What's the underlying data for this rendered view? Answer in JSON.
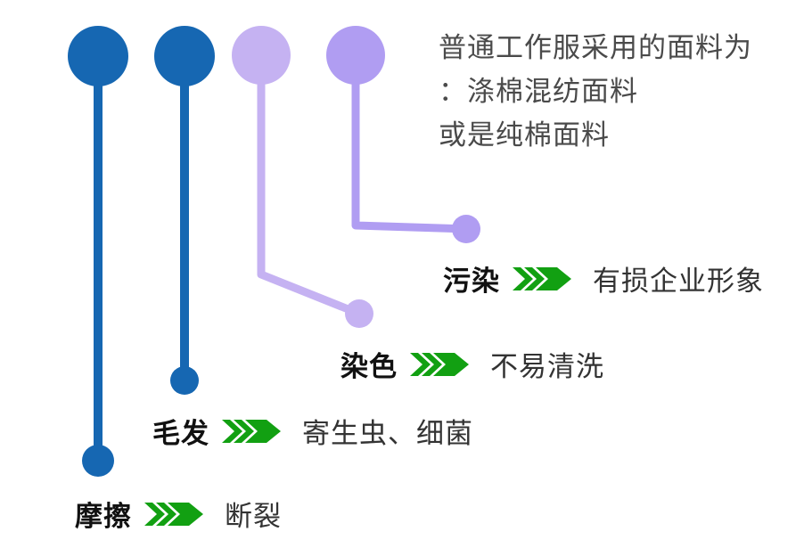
{
  "note": {
    "lines": [
      "普通工作服采用的面料为",
      "：涤棉混纺面料",
      "或是纯棉面料"
    ]
  },
  "pins": [
    {
      "key": "friction",
      "label": "摩擦",
      "result": "断裂",
      "color": "#1667B2"
    },
    {
      "key": "hair",
      "label": "毛发",
      "result": "寄生虫、细菌",
      "color": "#1667B2"
    },
    {
      "key": "dyeing",
      "label": "染色",
      "result": "不易清洗",
      "color": "#C5B2F2"
    },
    {
      "key": "contamination",
      "label": "污染",
      "result": "有损企业形象",
      "color": "#B09DF2"
    }
  ],
  "arrow_color": "#12A012",
  "colors": {
    "background": "#FFFFFF",
    "label_text": "#111111",
    "result_text": "#333333",
    "note_text": "#4A4A4A"
  }
}
